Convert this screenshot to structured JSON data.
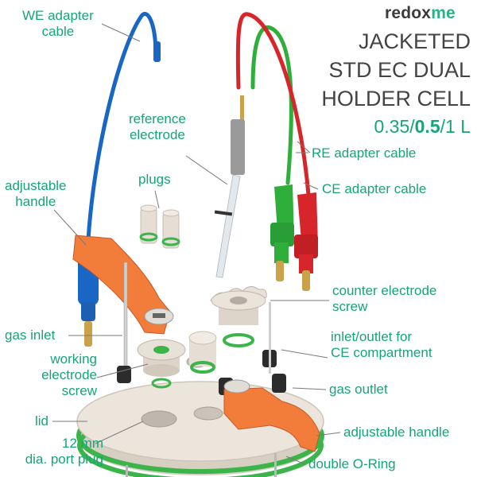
{
  "brand": {
    "part1": "redox",
    "part2": "me"
  },
  "title": {
    "lines": [
      "JACKETED",
      "STD EC DUAL",
      "HOLDER CELL"
    ]
  },
  "capacity": {
    "a": "0.35/",
    "b": "0.5",
    "c": "/1 L"
  },
  "colors": {
    "accent": "#17a47a",
    "title": "#444444",
    "orange": "#f27c3a",
    "green_oring": "#3bb54a",
    "blue_cable": "#1a66c4",
    "red_cable": "#d6262b",
    "green_cable": "#2fae3b",
    "body": "#e6ded4"
  },
  "labels": {
    "we_adapter_cable": [
      "WE adapter",
      "cable"
    ],
    "reference_electrode": [
      "reference",
      "electrode"
    ],
    "re_adapter_cable": [
      "RE adapter cable"
    ],
    "ce_adapter_cable": [
      "CE adapter cable"
    ],
    "plugs": [
      "plugs"
    ],
    "adjustable_handle_left": [
      "adjustable",
      "handle"
    ],
    "counter_electrode_screw": [
      "counter electrode",
      "screw"
    ],
    "gas_inlet": [
      "gas inlet"
    ],
    "inlet_outlet_ce": [
      "inlet/outlet for",
      "CE compartment"
    ],
    "working_electrode_screw": [
      "working",
      "electrode",
      "screw"
    ],
    "gas_outlet": [
      "gas outlet"
    ],
    "lid": [
      "lid"
    ],
    "adjustable_handle_right": [
      "adjustable handle"
    ],
    "port_plug": [
      "12 mm",
      "dia. port plug"
    ],
    "double_oring": [
      "double O-Ring"
    ]
  }
}
